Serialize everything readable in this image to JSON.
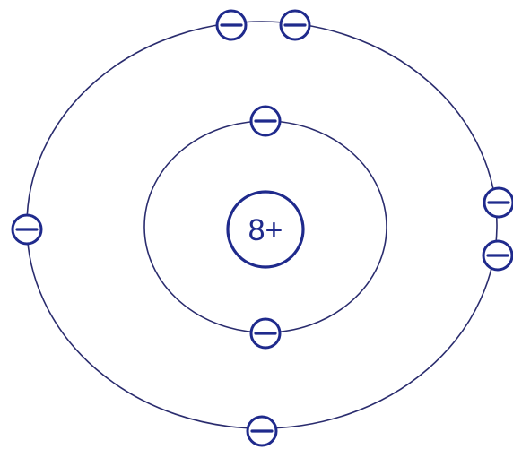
{
  "nucleus": {
    "label": "8+"
  },
  "shells": [
    {
      "electrons": 2
    },
    {
      "electrons": 6
    }
  ],
  "electron_symbol": "minus-sign",
  "colors": {
    "line": "#2a2c6e",
    "electron": "#1f2a8c",
    "background": "#ffffff"
  }
}
